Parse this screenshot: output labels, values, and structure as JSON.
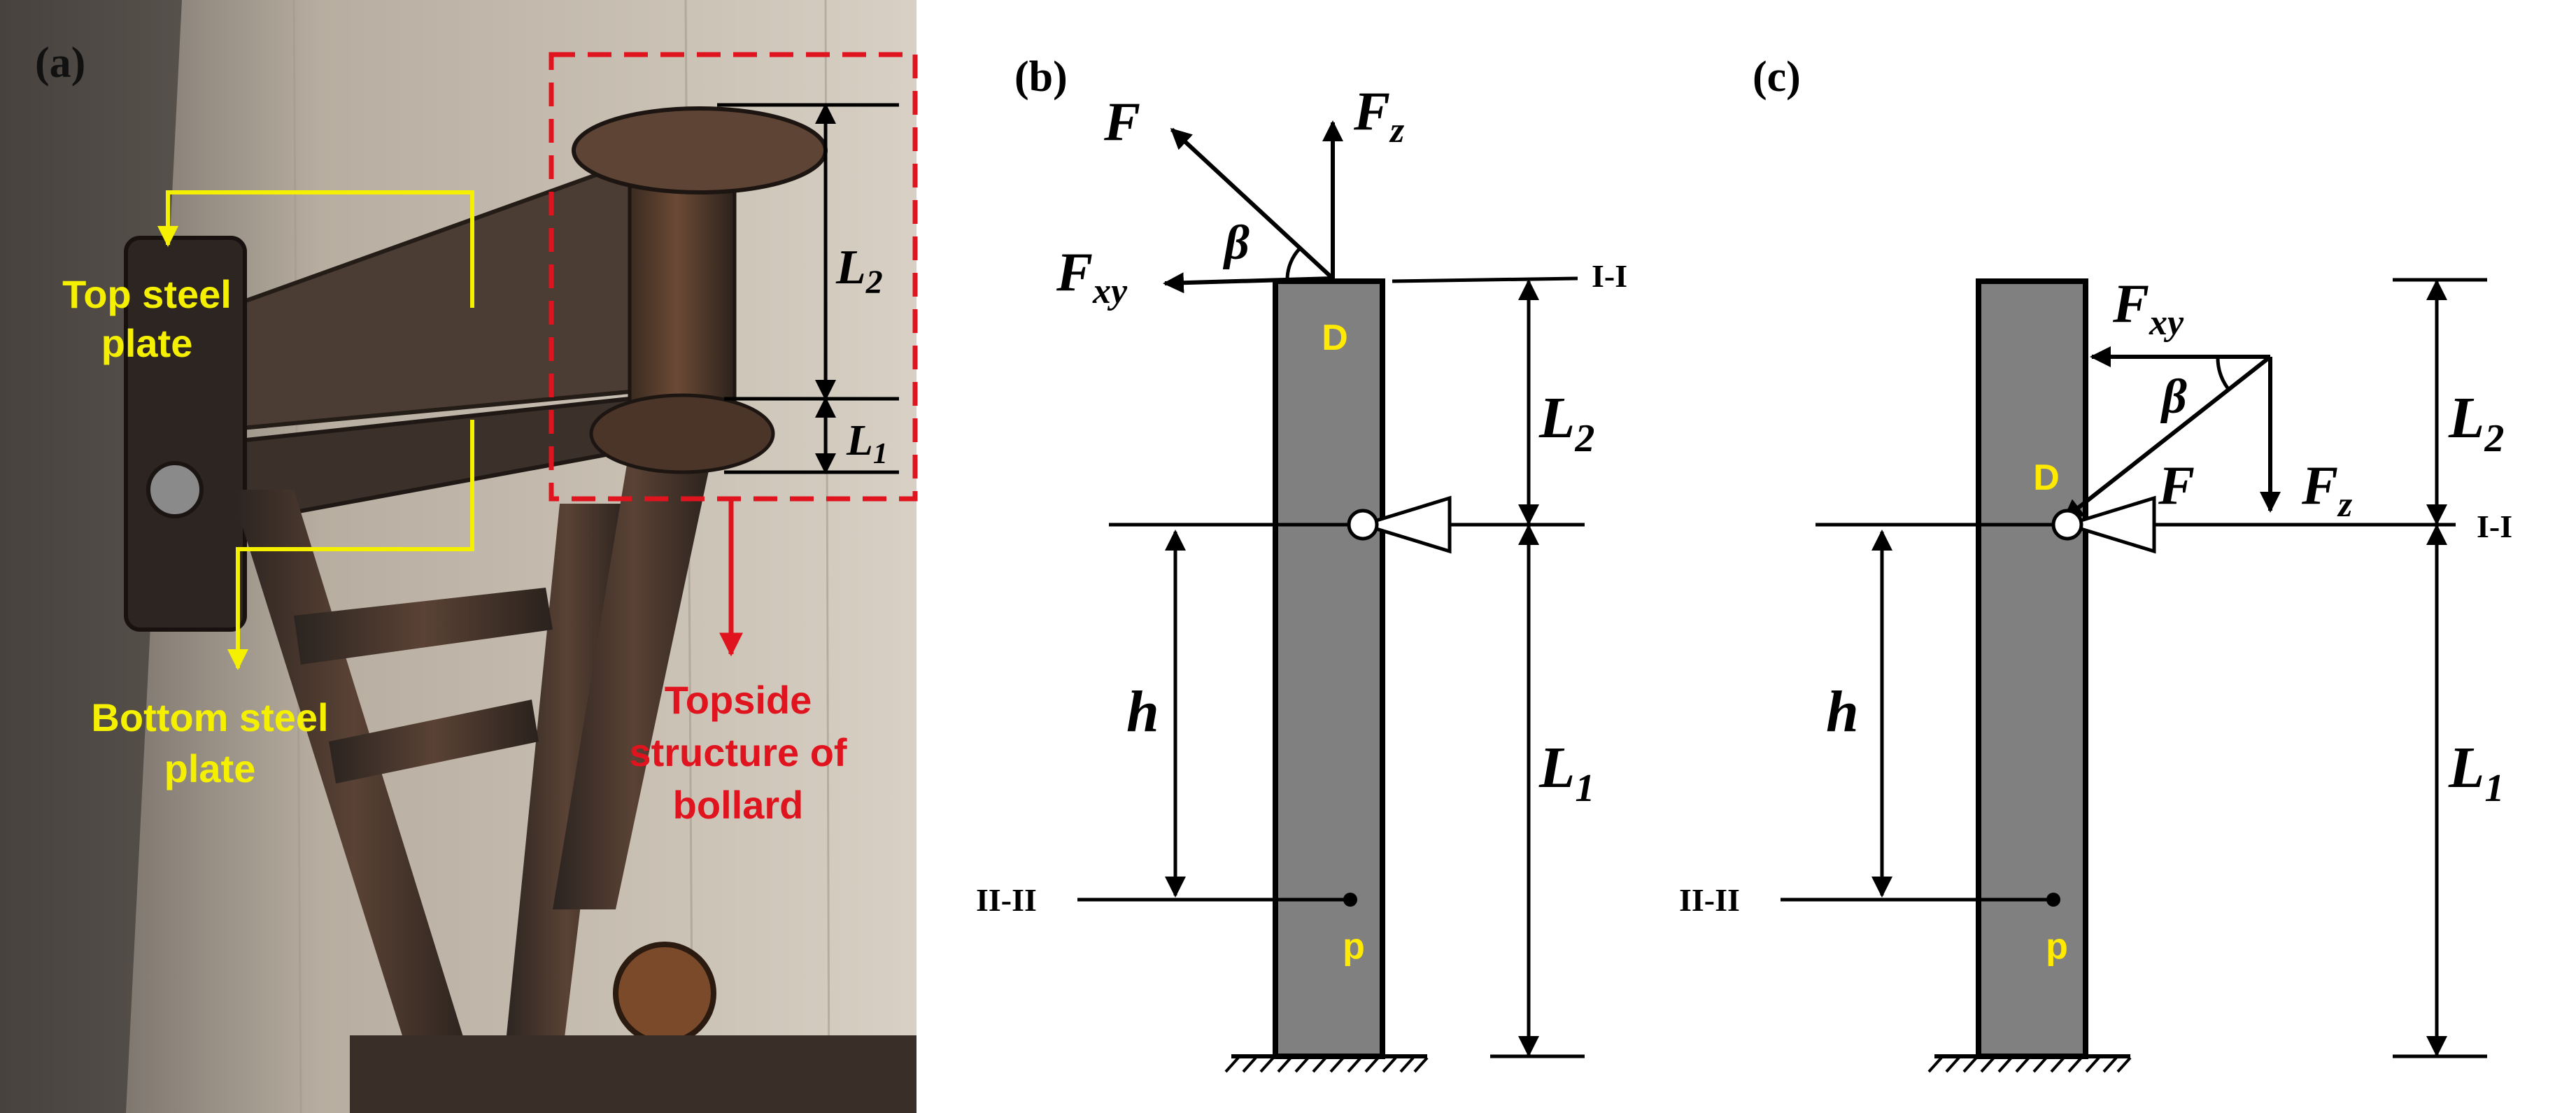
{
  "panel_a": {
    "label": "(a)",
    "callouts": {
      "top_plate_line1": "Top steel",
      "top_plate_line2": "plate",
      "bottom_plate_line1": "Bottom steel",
      "bottom_plate_line2": "plate",
      "topside_line1": "Topside",
      "topside_line2": "structure of",
      "topside_line3": "bollard"
    },
    "dims": {
      "upper": "L",
      "upper_sub": "2",
      "lower": "L",
      "lower_sub": "1"
    }
  },
  "panel_b": {
    "label": "(b)",
    "force": "F",
    "force_z": "F",
    "force_z_sub": "z",
    "force_xy": "F",
    "force_xy_sub": "xy",
    "angle": "β",
    "point_top": "D",
    "point_bottom": "p",
    "section_top": "I-I",
    "section_bottom": "II-II",
    "height": "h",
    "dim_upper": "L",
    "dim_upper_sub": "2",
    "dim_lower": "L",
    "dim_lower_sub": "1"
  },
  "panel_c": {
    "label": "(c)",
    "force": "F",
    "force_z": "F",
    "force_z_sub": "z",
    "force_xy": "F",
    "force_xy_sub": "xy",
    "angle": "β",
    "point_top": "D",
    "point_bottom": "p",
    "section_top": "I-I",
    "section_bottom": "II-II",
    "height": "h",
    "dim_upper": "L",
    "dim_upper_sub": "2",
    "dim_lower": "L",
    "dim_lower_sub": "1"
  },
  "colors": {
    "callout_yellow": "#f5f000",
    "callout_red": "#e0141e",
    "column_fill": "#808080",
    "label_yellow": "#ffea00"
  }
}
